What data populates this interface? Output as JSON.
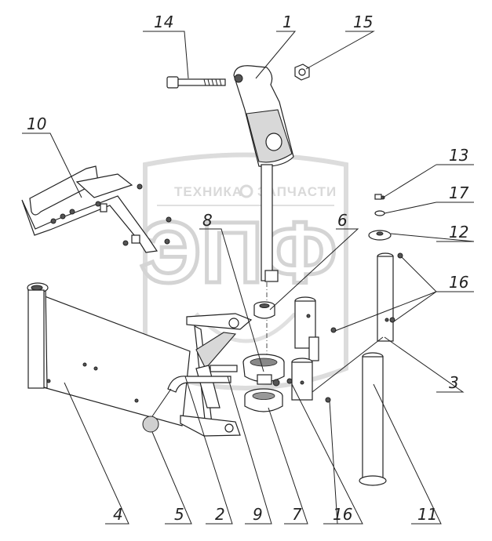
{
  "watermark": {
    "brand_line_left": "ТЕХНИКА",
    "brand_line_right": "ЗАПЧАСТИ",
    "logo": "ЭПФ"
  },
  "callouts": {
    "c1": "1",
    "c2": "2",
    "c3": "3",
    "c4": "4",
    "c5": "5",
    "c6": "6",
    "c7": "7",
    "c8": "8",
    "c9": "9",
    "c10": "10",
    "c11": "11",
    "c12": "12",
    "c13": "13",
    "c14": "14",
    "c15": "15",
    "c16a": "16",
    "c16b": "16",
    "c17": "17"
  }
}
